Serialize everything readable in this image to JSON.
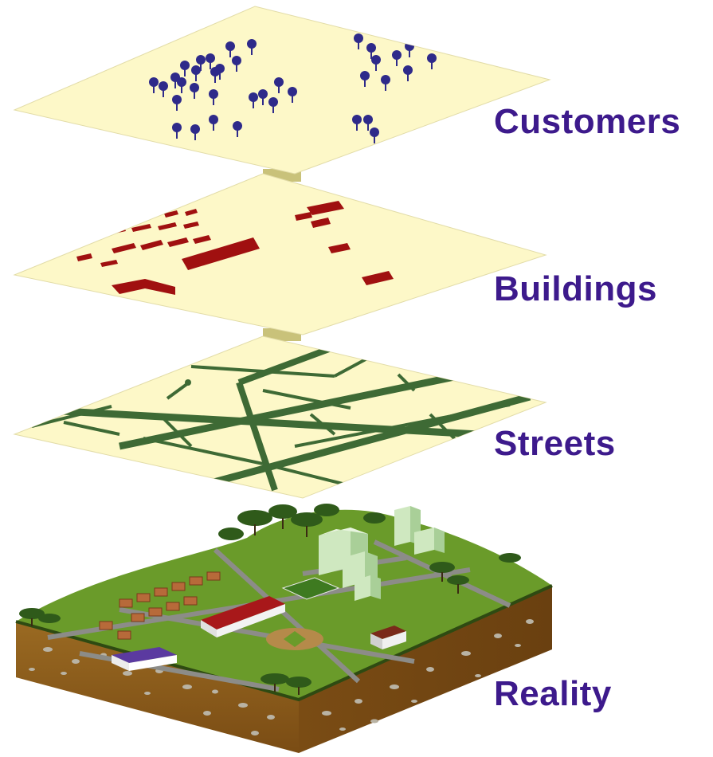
{
  "labels": {
    "customers": "Customers",
    "buildings": "Buildings",
    "streets": "Streets",
    "reality": "Reality"
  },
  "colors": {
    "plane_fill": "#fdf8c8",
    "plane_edge": "#d8d2a0",
    "connector": "#c9c27a",
    "pin": "#2e2a8a",
    "building": "#a01010",
    "street": "#3e6a35",
    "grass": "#6a9b2a",
    "soil": "#8a5a1a",
    "label": "#3d1a8c"
  },
  "icons": [
    "map-pin-icon"
  ]
}
